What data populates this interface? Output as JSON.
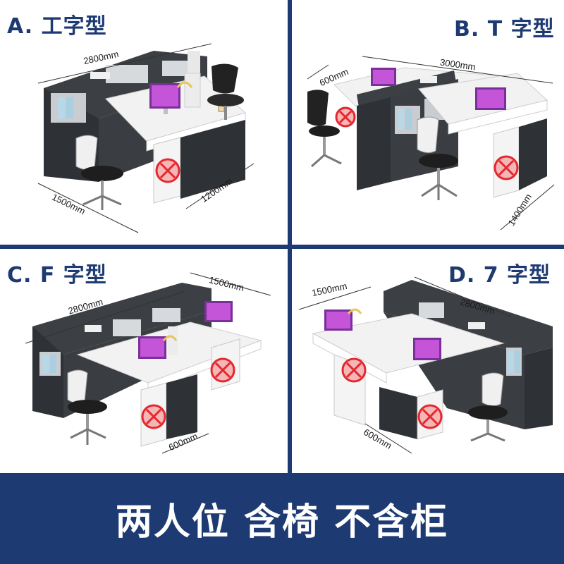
{
  "panels": {
    "a": {
      "title": "A. 工字型",
      "dims": [
        "2800mm",
        "1500mm",
        "1200mm"
      ]
    },
    "b": {
      "title": "B. T 字型",
      "dims": [
        "600mm",
        "3000mm",
        "1400mm"
      ]
    },
    "c": {
      "title": "C. F 字型",
      "dims": [
        "2800mm",
        "1500mm",
        "600mm"
      ]
    },
    "d": {
      "title": "D. 7 字型",
      "dims": [
        "1500mm",
        "2800mm",
        "600mm"
      ]
    }
  },
  "footer": {
    "text": "两人位 含椅 不含柜"
  },
  "icons": [
    "cabinet-excluded-icon",
    "office-chair-icon",
    "monitor-icon",
    "headphones-icon",
    "coffee-cup-icon",
    "file-organizer-icon"
  ],
  "colors": {
    "frame": "#1e3a72",
    "cabinet": "#3c3f44",
    "desktop": "#f2f2f2",
    "excluded_mark": "#e4282e"
  }
}
